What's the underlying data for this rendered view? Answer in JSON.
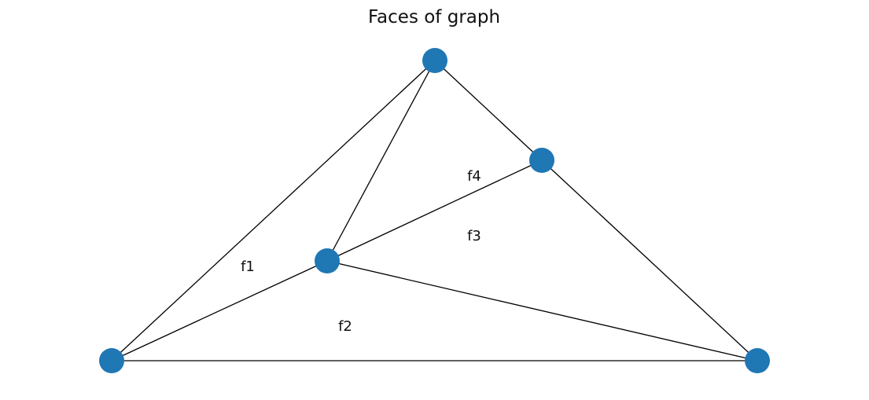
{
  "title": "Faces of graph",
  "node_color": "#1f77b4",
  "edge_color": "#000000",
  "nodes": [
    {
      "id": "top"
    },
    {
      "id": "mid-right"
    },
    {
      "id": "center"
    },
    {
      "id": "bottom-left"
    },
    {
      "id": "bottom-right"
    }
  ],
  "edges": [
    [
      "top",
      "mid-right"
    ],
    [
      "top",
      "center"
    ],
    [
      "top",
      "bottom-left"
    ],
    [
      "mid-right",
      "center"
    ],
    [
      "mid-right",
      "bottom-right"
    ],
    [
      "center",
      "bottom-left"
    ],
    [
      "center",
      "bottom-right"
    ],
    [
      "bottom-left",
      "bottom-right"
    ]
  ],
  "faces": [
    {
      "label": "f1"
    },
    {
      "label": "f2"
    },
    {
      "label": "f3"
    },
    {
      "label": "f4"
    }
  ]
}
